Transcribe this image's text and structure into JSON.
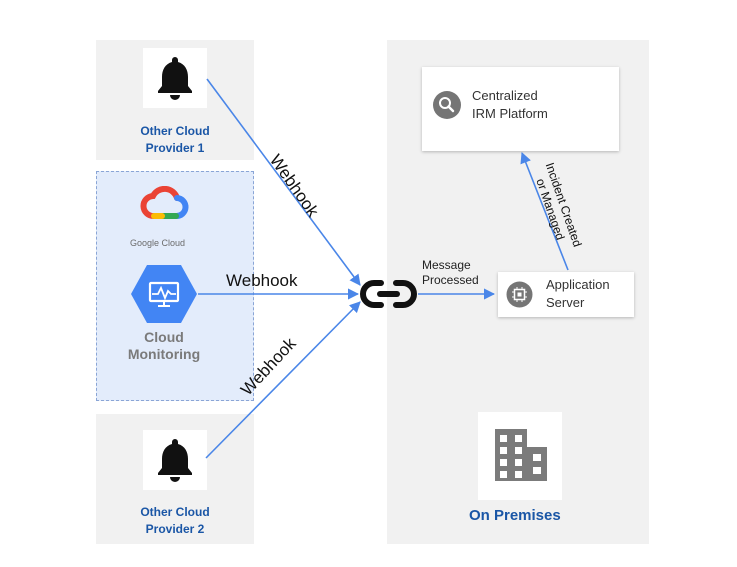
{
  "left_column": {
    "provider_1": {
      "label": "Other Cloud\nProvider 1",
      "icon": "bell-icon"
    },
    "google_cloud": {
      "logo_text": "Google Cloud",
      "monitoring_label": "Cloud\nMonitoring",
      "monitoring_icon": "cloud-monitoring-icon"
    },
    "provider_2": {
      "label": "Other Cloud\nProvider 2",
      "icon": "bell-icon"
    }
  },
  "connections": {
    "webhook_top": "Webhook",
    "webhook_middle": "Webhook",
    "webhook_bottom": "Webhook",
    "link_icon": "link-icon",
    "message_processed": "Message\nProcessed",
    "incident_label": "Incident Created\nor Managed"
  },
  "on_premises": {
    "title": "On Premises",
    "building_icon": "building-icon",
    "irm_platform": {
      "label": "Centralized\nIRM Platform",
      "icon": "search-icon"
    },
    "app_server": {
      "label": "Application\nServer",
      "icon": "chip-icon"
    }
  },
  "colors": {
    "arrow": "#4a86e8",
    "label_blue": "#1a56a6",
    "panel_gray": "#f1f1f1",
    "gcloud_bg": "#e3ecfb",
    "monitoring_blue": "#4285f4"
  }
}
